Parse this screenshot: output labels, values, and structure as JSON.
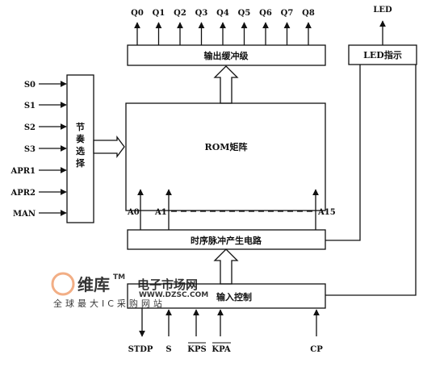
{
  "outputs": [
    "Q0",
    "Q1",
    "Q2",
    "Q3",
    "Q4",
    "Q5",
    "Q6",
    "Q7",
    "Q8"
  ],
  "blocks": {
    "output_buffer": "输出缓冲级",
    "led_indicator": "LED指示",
    "rom_matrix": "ROM矩阵",
    "rhythm_select": [
      "节",
      "奏",
      "选",
      "择"
    ],
    "timing_pulse": "时序脉冲产生电路",
    "input_control": "输入控制"
  },
  "led_output": "LED",
  "inputs": [
    "S0",
    "S1",
    "S2",
    "S3",
    "APR1",
    "APR2",
    "MAN"
  ],
  "address_labels": {
    "first": "A0",
    "second": "A1",
    "last": "A15"
  },
  "bottom_signals": [
    "STDP",
    "S",
    "KPS",
    "KPA",
    "CP"
  ],
  "watermark": {
    "brand": "维库",
    "brand_suffix": "电子市场网",
    "url": "WWW.DZSC.COM",
    "slogan": "全球最大IC采购网站",
    "tm": "TM",
    "color": "#f0a070"
  }
}
